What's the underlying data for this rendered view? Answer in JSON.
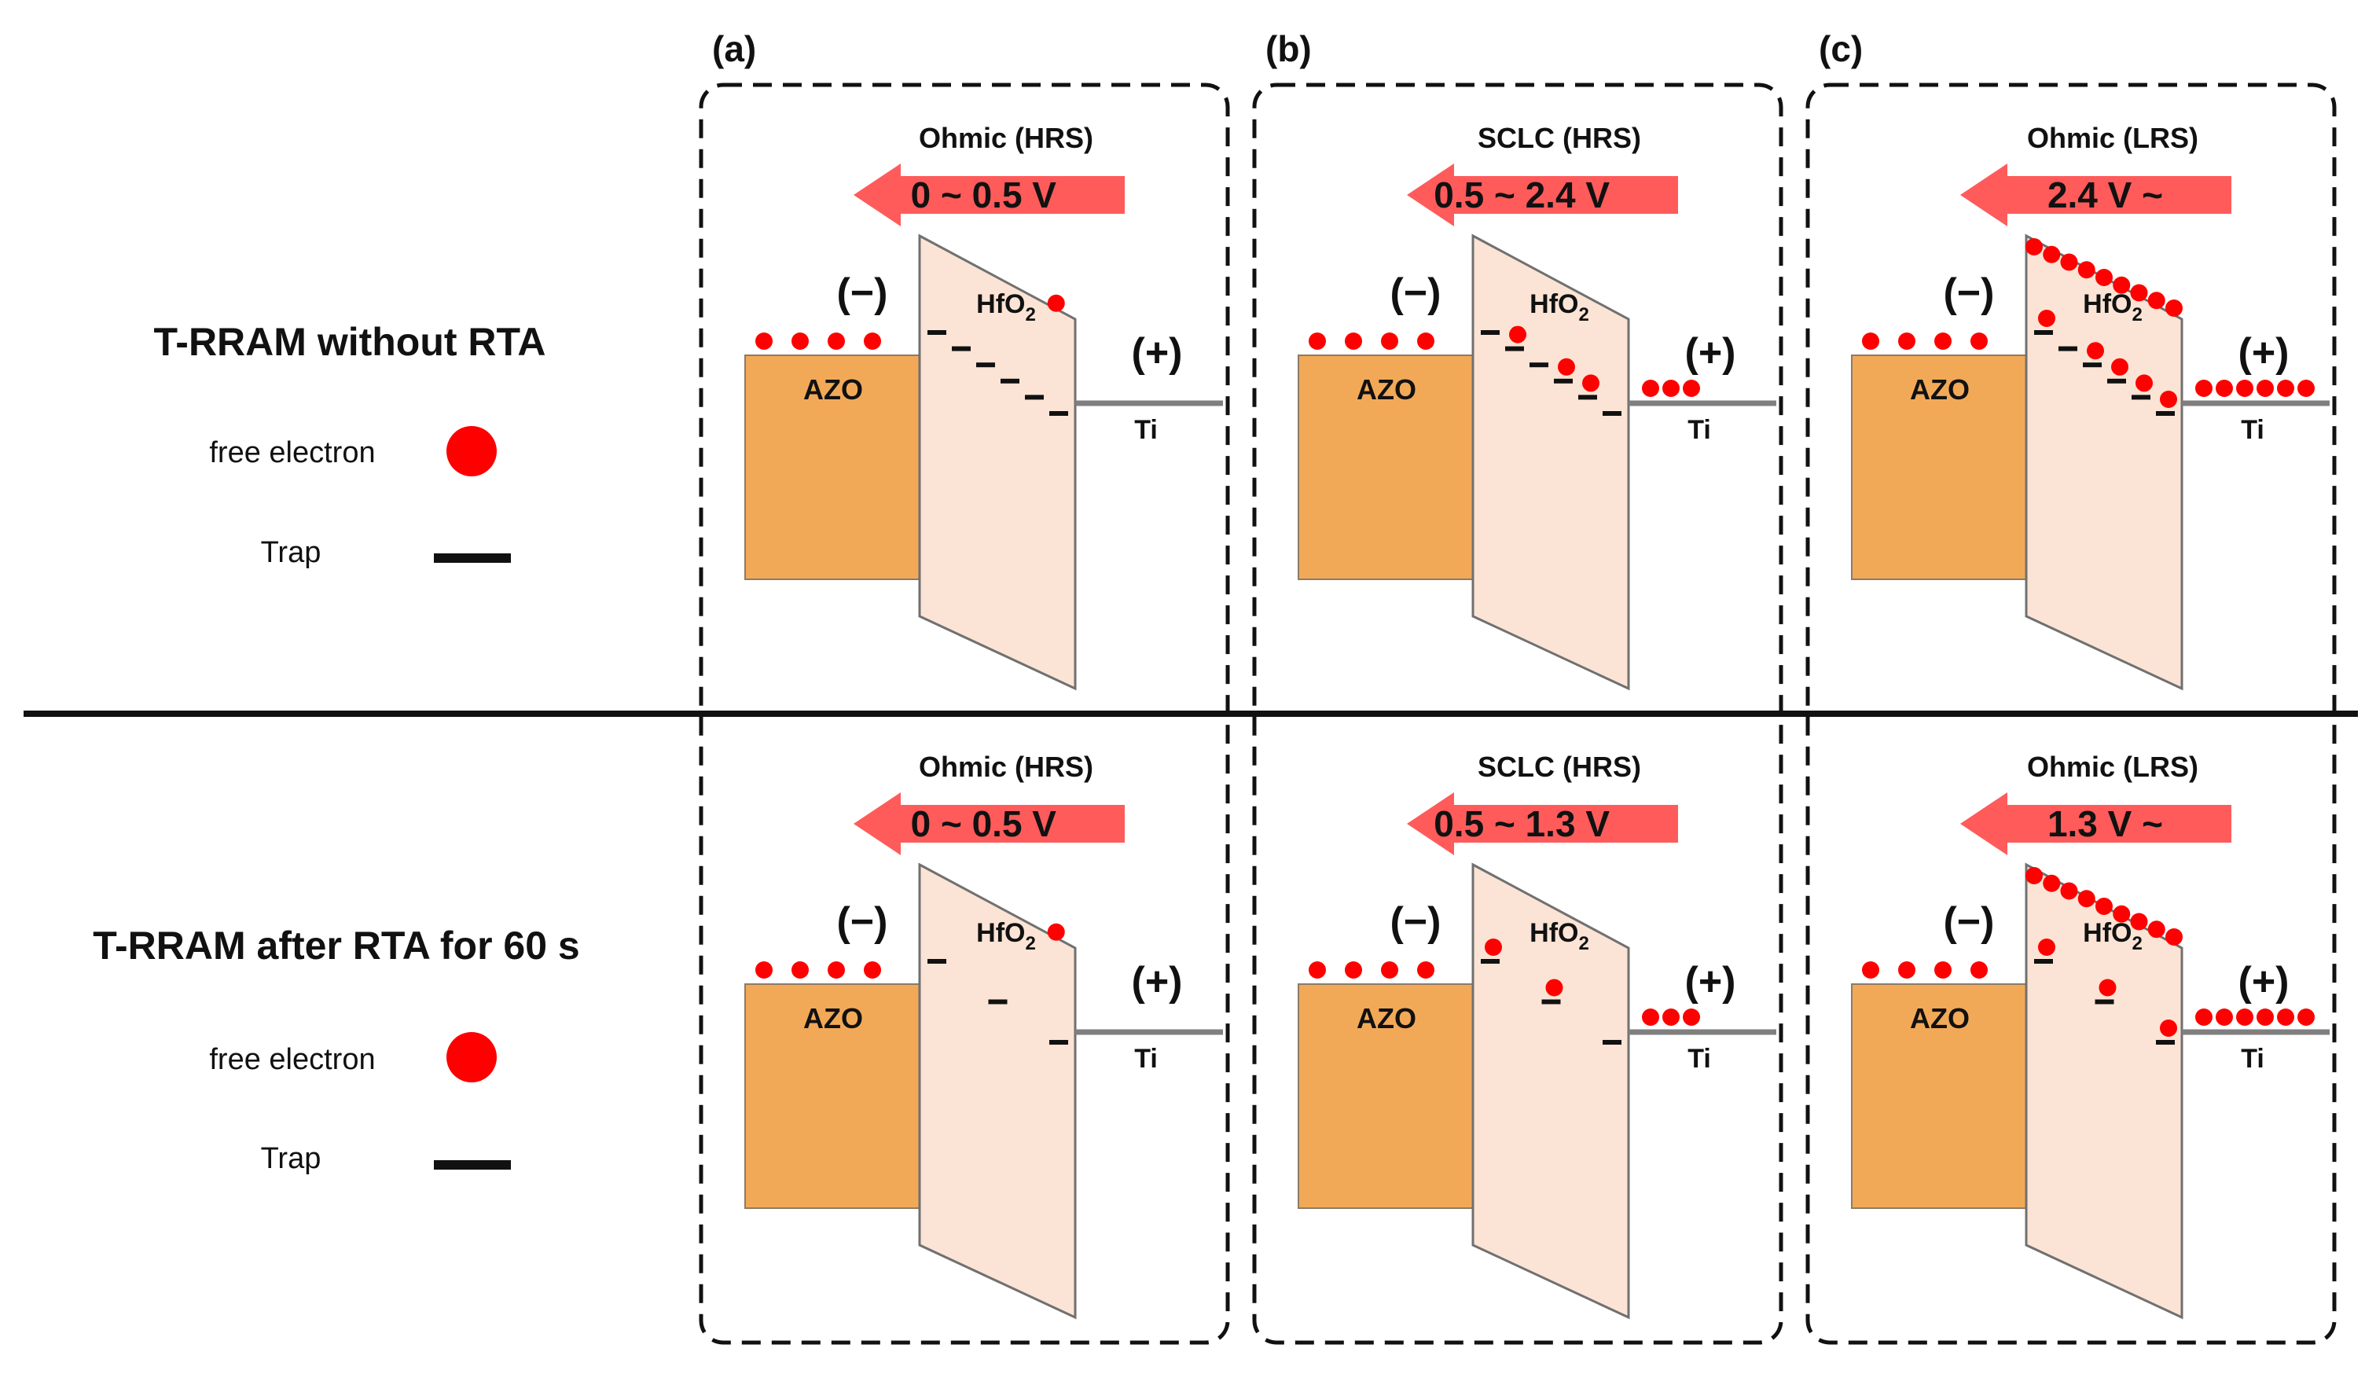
{
  "colors": {
    "azo": "#F2A957",
    "azo_stroke": "#8C7B66",
    "hfo2": "#FBE4D5",
    "hfo2_stroke": "#707070",
    "ti_line": "#7F7F7F",
    "electron": "#FF0000",
    "trap": "#111111",
    "arrow": "#FF5B5B",
    "frame": "#111111"
  },
  "rows": [
    {
      "title": "T-RRAM without RTA",
      "legend": {
        "electron_label": "free electron",
        "trap_label": "Trap"
      }
    },
    {
      "title": "T-RRAM after RTA for 60 s",
      "legend": {
        "electron_label": "free electron",
        "trap_label": "Trap"
      }
    }
  ],
  "columns": [
    {
      "label": "(a)"
    },
    {
      "label": "(b)"
    },
    {
      "label": "(c)"
    }
  ],
  "panels": [
    {
      "row": 0,
      "col": 0,
      "mechanism": "Ohmic (HRS)",
      "voltage": "0 ~ 0.5 V",
      "trap_count": 6,
      "trapped_electrons": [],
      "hfo2_top_electrons": 1,
      "ti_electrons": 0
    },
    {
      "row": 0,
      "col": 1,
      "mechanism": "SCLC (HRS)",
      "voltage": "0.5 ~ 2.4 V",
      "trap_count": 6,
      "trapped_electrons": [
        1,
        3,
        4
      ],
      "hfo2_top_electrons": 0,
      "ti_electrons": 3
    },
    {
      "row": 0,
      "col": 2,
      "mechanism": "Ohmic (LRS)",
      "voltage": "2.4 V ~",
      "trap_count": 6,
      "trapped_electrons": [
        0,
        2,
        3,
        4,
        5
      ],
      "hfo2_top_electrons": 9,
      "ti_electrons": 6
    },
    {
      "row": 1,
      "col": 0,
      "mechanism": "Ohmic (HRS)",
      "voltage": "0 ~ 0.5 V",
      "trap_count": 3,
      "trapped_electrons": [],
      "hfo2_top_electrons": 1,
      "ti_electrons": 0
    },
    {
      "row": 1,
      "col": 1,
      "mechanism": "SCLC (HRS)",
      "voltage": "0.5 ~ 1.3 V",
      "trap_count": 3,
      "trapped_electrons": [
        0,
        1
      ],
      "hfo2_top_electrons": 0,
      "ti_electrons": 3
    },
    {
      "row": 1,
      "col": 2,
      "mechanism": "Ohmic (LRS)",
      "voltage": "1.3 V ~",
      "trap_count": 3,
      "trapped_electrons": [
        0,
        1,
        2
      ],
      "hfo2_top_electrons": 9,
      "ti_electrons": 6
    }
  ],
  "labels": {
    "azo": "AZO",
    "hfo2": "HfO",
    "hfo2_sub": "2",
    "ti": "Ti",
    "neg": "(−)",
    "pos": "(+)",
    "azo_electrons": 4
  }
}
